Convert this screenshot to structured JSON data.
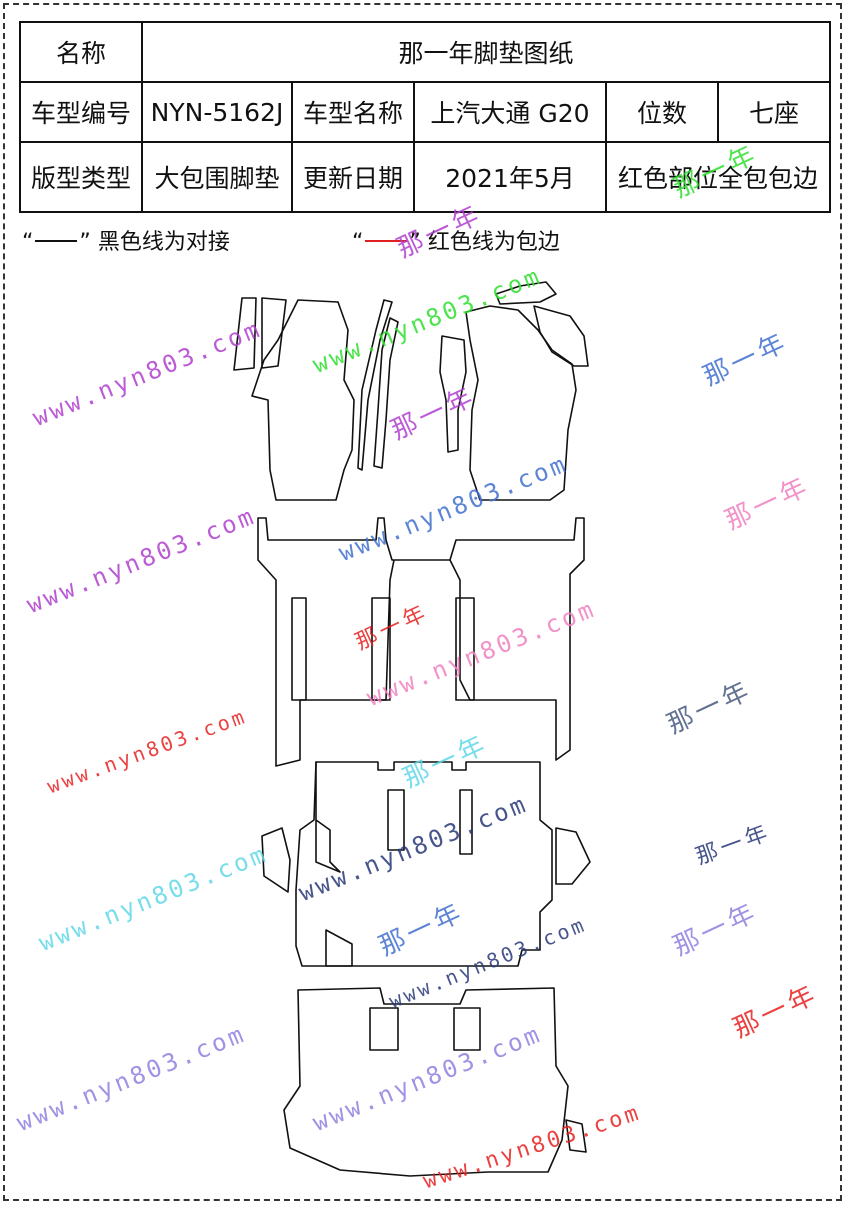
{
  "table": {
    "r1": {
      "name_label": "名称",
      "name_value": "那一年脚垫图纸"
    },
    "r2": {
      "code_label": "车型编号",
      "code_value": "NYN-5162J",
      "model_label": "车型名称",
      "model_value": "上汽大通 G20",
      "seats_label": "位数",
      "seats_value": "七座"
    },
    "r3": {
      "type_label": "版型类型",
      "type_value": "大包围脚垫",
      "date_label": "更新日期",
      "date_value": "2021年5月",
      "note_value": "红色部位全包包边"
    }
  },
  "legend": {
    "black_open": "“",
    "black_close": "”",
    "black_text": "黑色线为对接",
    "red_open": "“",
    "red_close": "”",
    "red_text": "红色线为包边"
  },
  "watermarks": {
    "site": "www.nyn803.com",
    "brand": "那一年"
  },
  "colors": {
    "black_line": "#111111",
    "red_line": "#e02020",
    "wm_purple": "#b040d0",
    "wm_green": "#30e030",
    "wm_blue": "#4070d0",
    "wm_pink": "#f080c0",
    "wm_red": "#e82020",
    "wm_cyan": "#60d8e8",
    "wm_navy": "#283878",
    "wm_lavender": "#9080e0"
  }
}
